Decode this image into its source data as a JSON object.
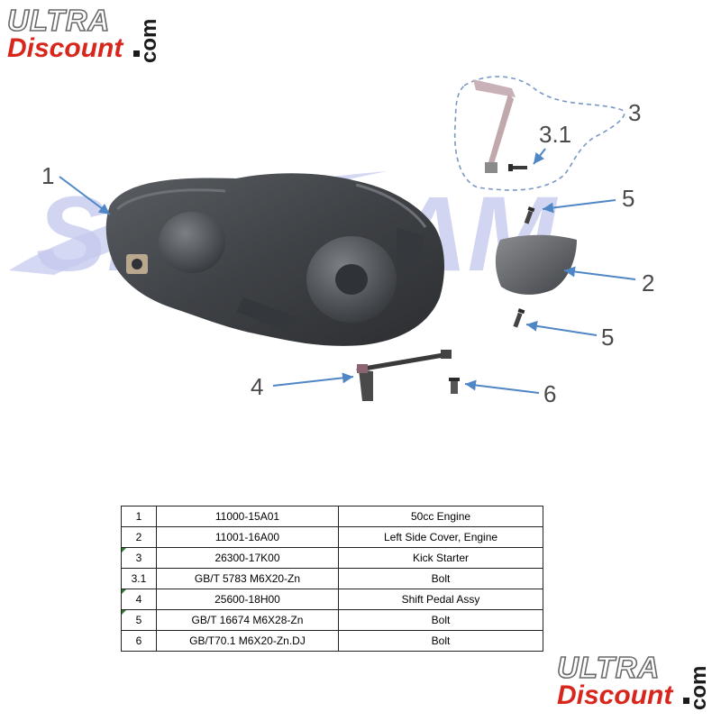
{
  "logo": {
    "ultra": "ULTRA",
    "discount": "Discount",
    "com": "com"
  },
  "watermark": "SKYTEAM",
  "callouts": [
    {
      "label": "1",
      "part": "engine"
    },
    {
      "label": "3",
      "part": "kick-starter"
    },
    {
      "label": "3.1",
      "part": "kick-starter-bolt"
    },
    {
      "label": "5",
      "part": "bolt-upper"
    },
    {
      "label": "2",
      "part": "left-side-cover"
    },
    {
      "label": "5",
      "part": "bolt-lower"
    },
    {
      "label": "4",
      "part": "shift-pedal"
    },
    {
      "label": "6",
      "part": "bolt-small"
    }
  ],
  "parts": [
    {
      "ref": "1",
      "number": "11000-15A01",
      "description": "50cc Engine",
      "flag": false
    },
    {
      "ref": "2",
      "number": "11001-16A00",
      "description": "Left Side Cover, Engine",
      "flag": false
    },
    {
      "ref": "3",
      "number": "26300-17K00",
      "description": "Kick Starter",
      "flag": true
    },
    {
      "ref": "3.1",
      "number": "GB/T 5783 M6X20-Zn",
      "description": "Bolt",
      "flag": false
    },
    {
      "ref": "4",
      "number": "25600-18H00",
      "description": "Shift Pedal Assy",
      "flag": true
    },
    {
      "ref": "5",
      "number": "GB/T 16674 M6X28-Zn",
      "description": "Bolt",
      "flag": true
    },
    {
      "ref": "6",
      "number": "GB/T70.1 M6X20-Zn.DJ",
      "description": "Bolt",
      "flag": false
    }
  ]
}
